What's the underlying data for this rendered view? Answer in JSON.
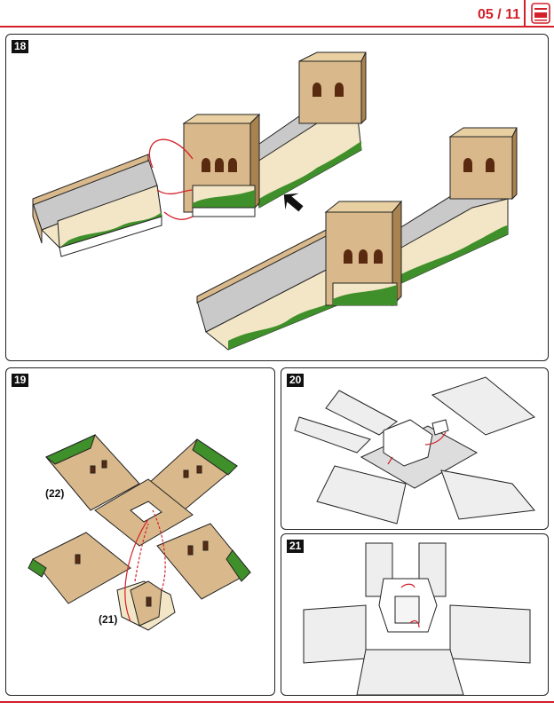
{
  "header": {
    "page_indicator": "05 / 11",
    "icon": "instructions-icon",
    "accent_color": "#d3202a"
  },
  "steps": [
    {
      "number": "18"
    },
    {
      "number": "19",
      "callouts": [
        "(22)",
        "(21)"
      ]
    },
    {
      "number": "20"
    },
    {
      "number": "21"
    }
  ],
  "colors": {
    "wall_tan": "#d9b98b",
    "wall_dark": "#a9834f",
    "wall_light": "#f3e6c6",
    "walkway": "#c9c9c9",
    "grass": "#3f8f2a",
    "arrow_red": "#d3202a"
  }
}
